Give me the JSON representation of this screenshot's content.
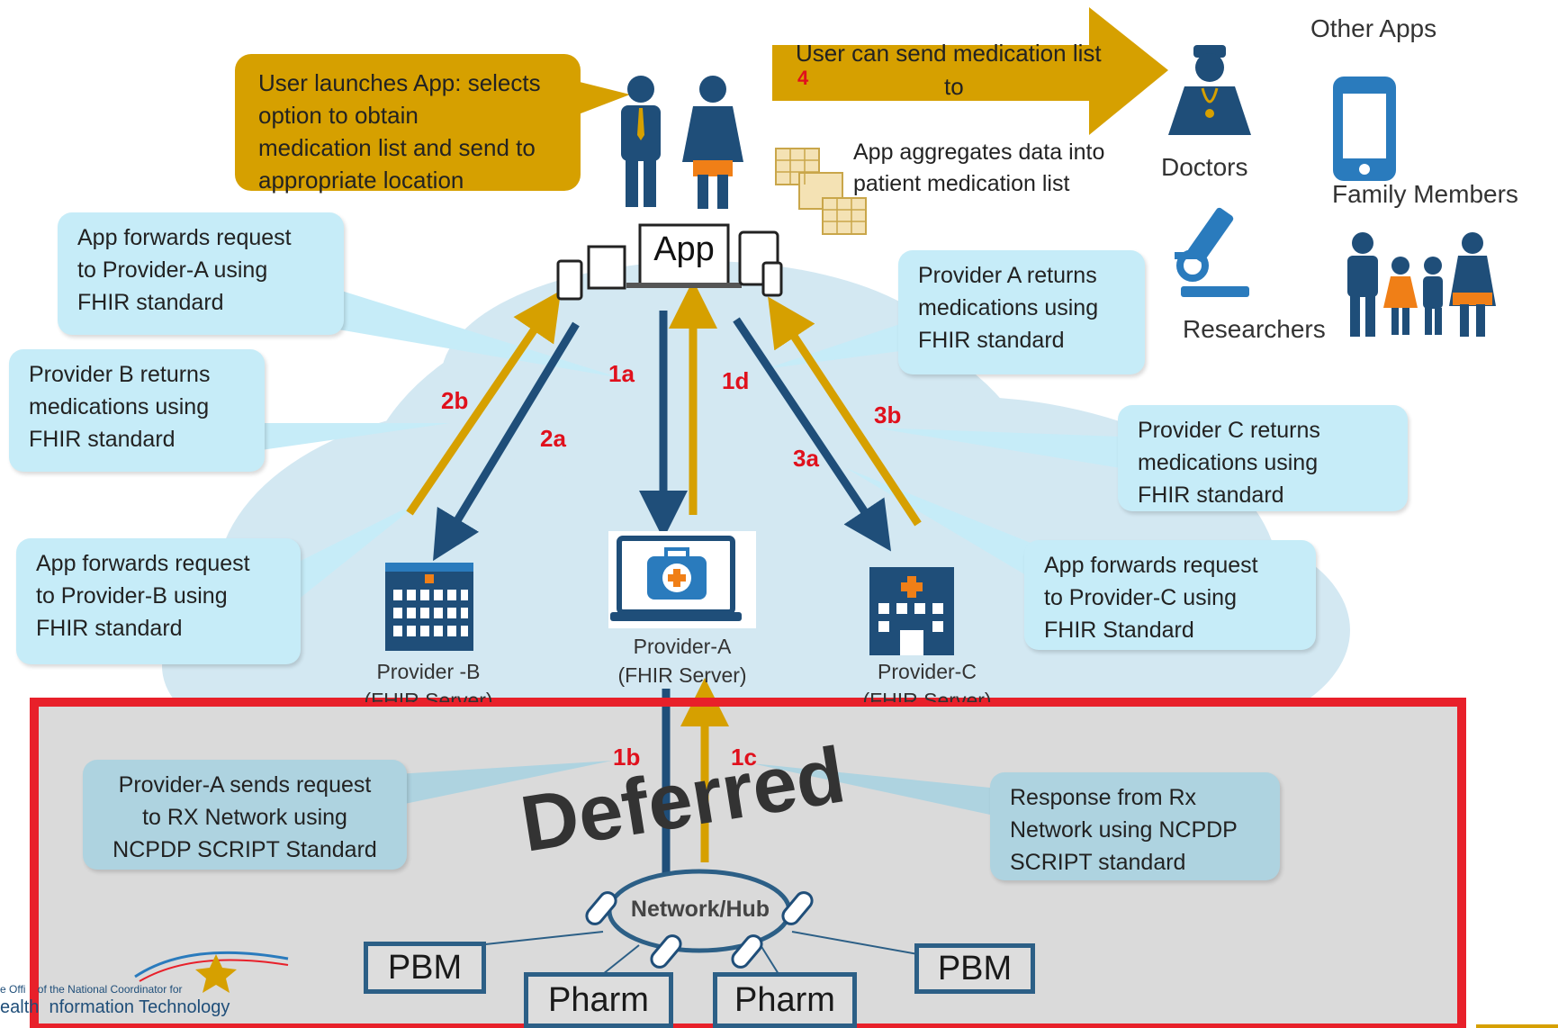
{
  "launch_bubble": "User launches App: selects\noption to obtain\nmedication list and send to\nappropriate location",
  "send_arrow": {
    "line1": "User can send medication list",
    "line2": "to",
    "step": "4"
  },
  "aggregate_text": "App aggregates data into\npatient medication list",
  "app_label": "App",
  "recipients": {
    "other_apps": "Other Apps",
    "doctors": "Doctors",
    "family": "Family Members",
    "researchers": "Researchers"
  },
  "bubbles": {
    "fwd_a": "App forwards request\nto Provider-A using\nFHIR standard",
    "ret_b": "Provider B returns\nmedications using\nFHIR standard",
    "fwd_b": "App forwards request\nto Provider-B using\nFHIR standard",
    "ret_a": "Provider A returns\nmedications using\nFHIR standard",
    "ret_c": "Provider C returns\nmedications using\nFHIR standard",
    "fwd_c": "App forwards request\nto Provider-C using\nFHIR Standard",
    "send_rx": "Provider-A sends request\nto RX Network using\nNCPDP SCRIPT Standard",
    "resp_rx": "Response from Rx\nNetwork using NCPDP\nSCRIPT standard"
  },
  "steps": {
    "s1a": "1a",
    "s1b": "1b",
    "s1c": "1c",
    "s1d": "1d",
    "s2a": "2a",
    "s2b": "2b",
    "s3a": "3a",
    "s3b": "3b"
  },
  "providers": {
    "a": "Provider-A\n(FHIR Server)",
    "b": "Provider -B\n(FHIR Server)",
    "c": "Provider-C\n(FHIR Server)"
  },
  "deferred": "Deferred",
  "hub": "Network/Hub",
  "pbm_left": "PBM",
  "pbm_right": "PBM",
  "pharm_left": "Pharm",
  "pharm_right": "Pharm",
  "footer": {
    "line1": "e Offi    of the National Coordinator for",
    "line2": "ealth  nformation Technology"
  },
  "colors": {
    "gold": "#d6a000",
    "navy": "#1f4e79",
    "red": "#e8202a",
    "cloud": "#d3e8f2"
  }
}
